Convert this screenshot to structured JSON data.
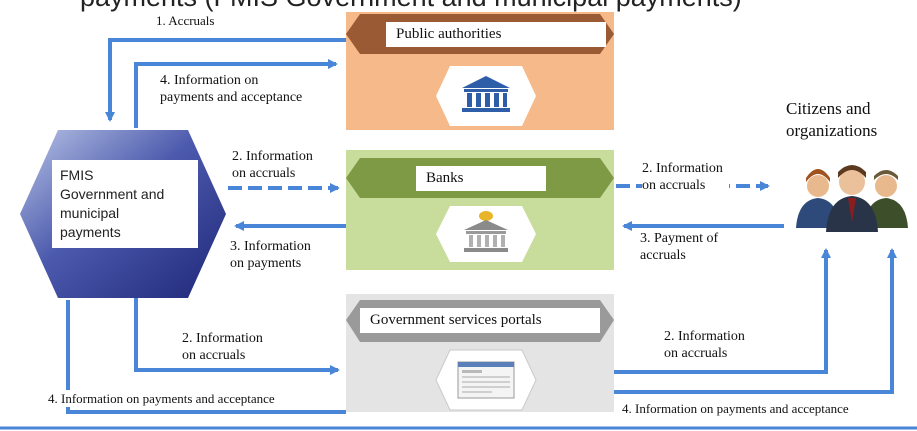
{
  "title": "payments (FMIS Government and municipal payments)",
  "nodes": {
    "public_authorities": "Public authorities",
    "banks": "Banks",
    "portals": "Government services portals",
    "fmis": [
      "FMIS",
      "Government and",
      "municipal",
      "payments"
    ],
    "citizens": [
      "Citizens and",
      "organizations"
    ]
  },
  "flows": {
    "accruals_1": "1. Accruals",
    "info_payments_acceptance_left": [
      "4. Information on",
      "payments and acceptance"
    ],
    "info_accruals_banks_left": [
      "2. Information",
      "on accruals"
    ],
    "info_payments_banks": [
      "3. Information",
      "on payments"
    ],
    "info_accruals_banks_right": [
      "2. Information",
      "on accruals"
    ],
    "payment_of_accruals": [
      "3. Payment of",
      "accruals"
    ],
    "info_accruals_portals_left": [
      "2. Information",
      "on accruals"
    ],
    "info_accruals_portals_right": [
      "2. Information",
      "on accruals"
    ],
    "info_payments_acceptance_bottom_left": "4. Information on payments and acceptance",
    "info_payments_acceptance_bottom_right": "4. Information on payments and acceptance"
  },
  "colors": {
    "arrow": "#4a86d8",
    "public_authorities_bg": "#f5b98a",
    "public_authorities_bar": "#9a5a33",
    "banks_bg": "#c8dc9c",
    "banks_bar": "#7e9a45",
    "portals_bg": "#e4e4e4",
    "portals_bar": "#9a9a9a",
    "fmis_dark": "#27308a",
    "fmis_light": "#b8c4e6"
  },
  "icons": [
    "building-icon",
    "bank-icon",
    "portal-screen-icon",
    "people-icon"
  ]
}
